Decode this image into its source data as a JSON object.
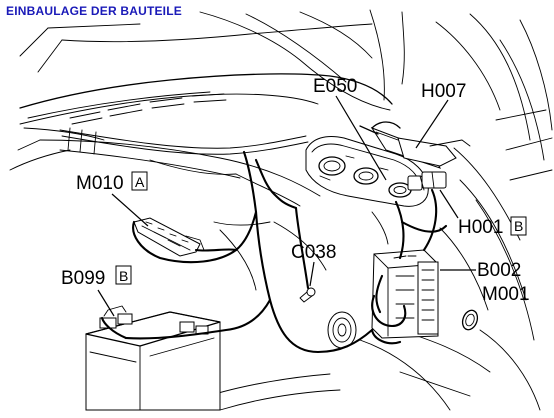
{
  "title": "EINBAULAGE DER BAUTEILE",
  "title_color": "#1a1ab8",
  "labels": {
    "e050": "E050",
    "h007": "H007",
    "m010": "M010",
    "m010_box": "A",
    "h001": "H001",
    "h001_box": "B",
    "c038": "C038",
    "b002": "B002",
    "m001": "M001",
    "b099": "B099",
    "b099_box": "B"
  }
}
